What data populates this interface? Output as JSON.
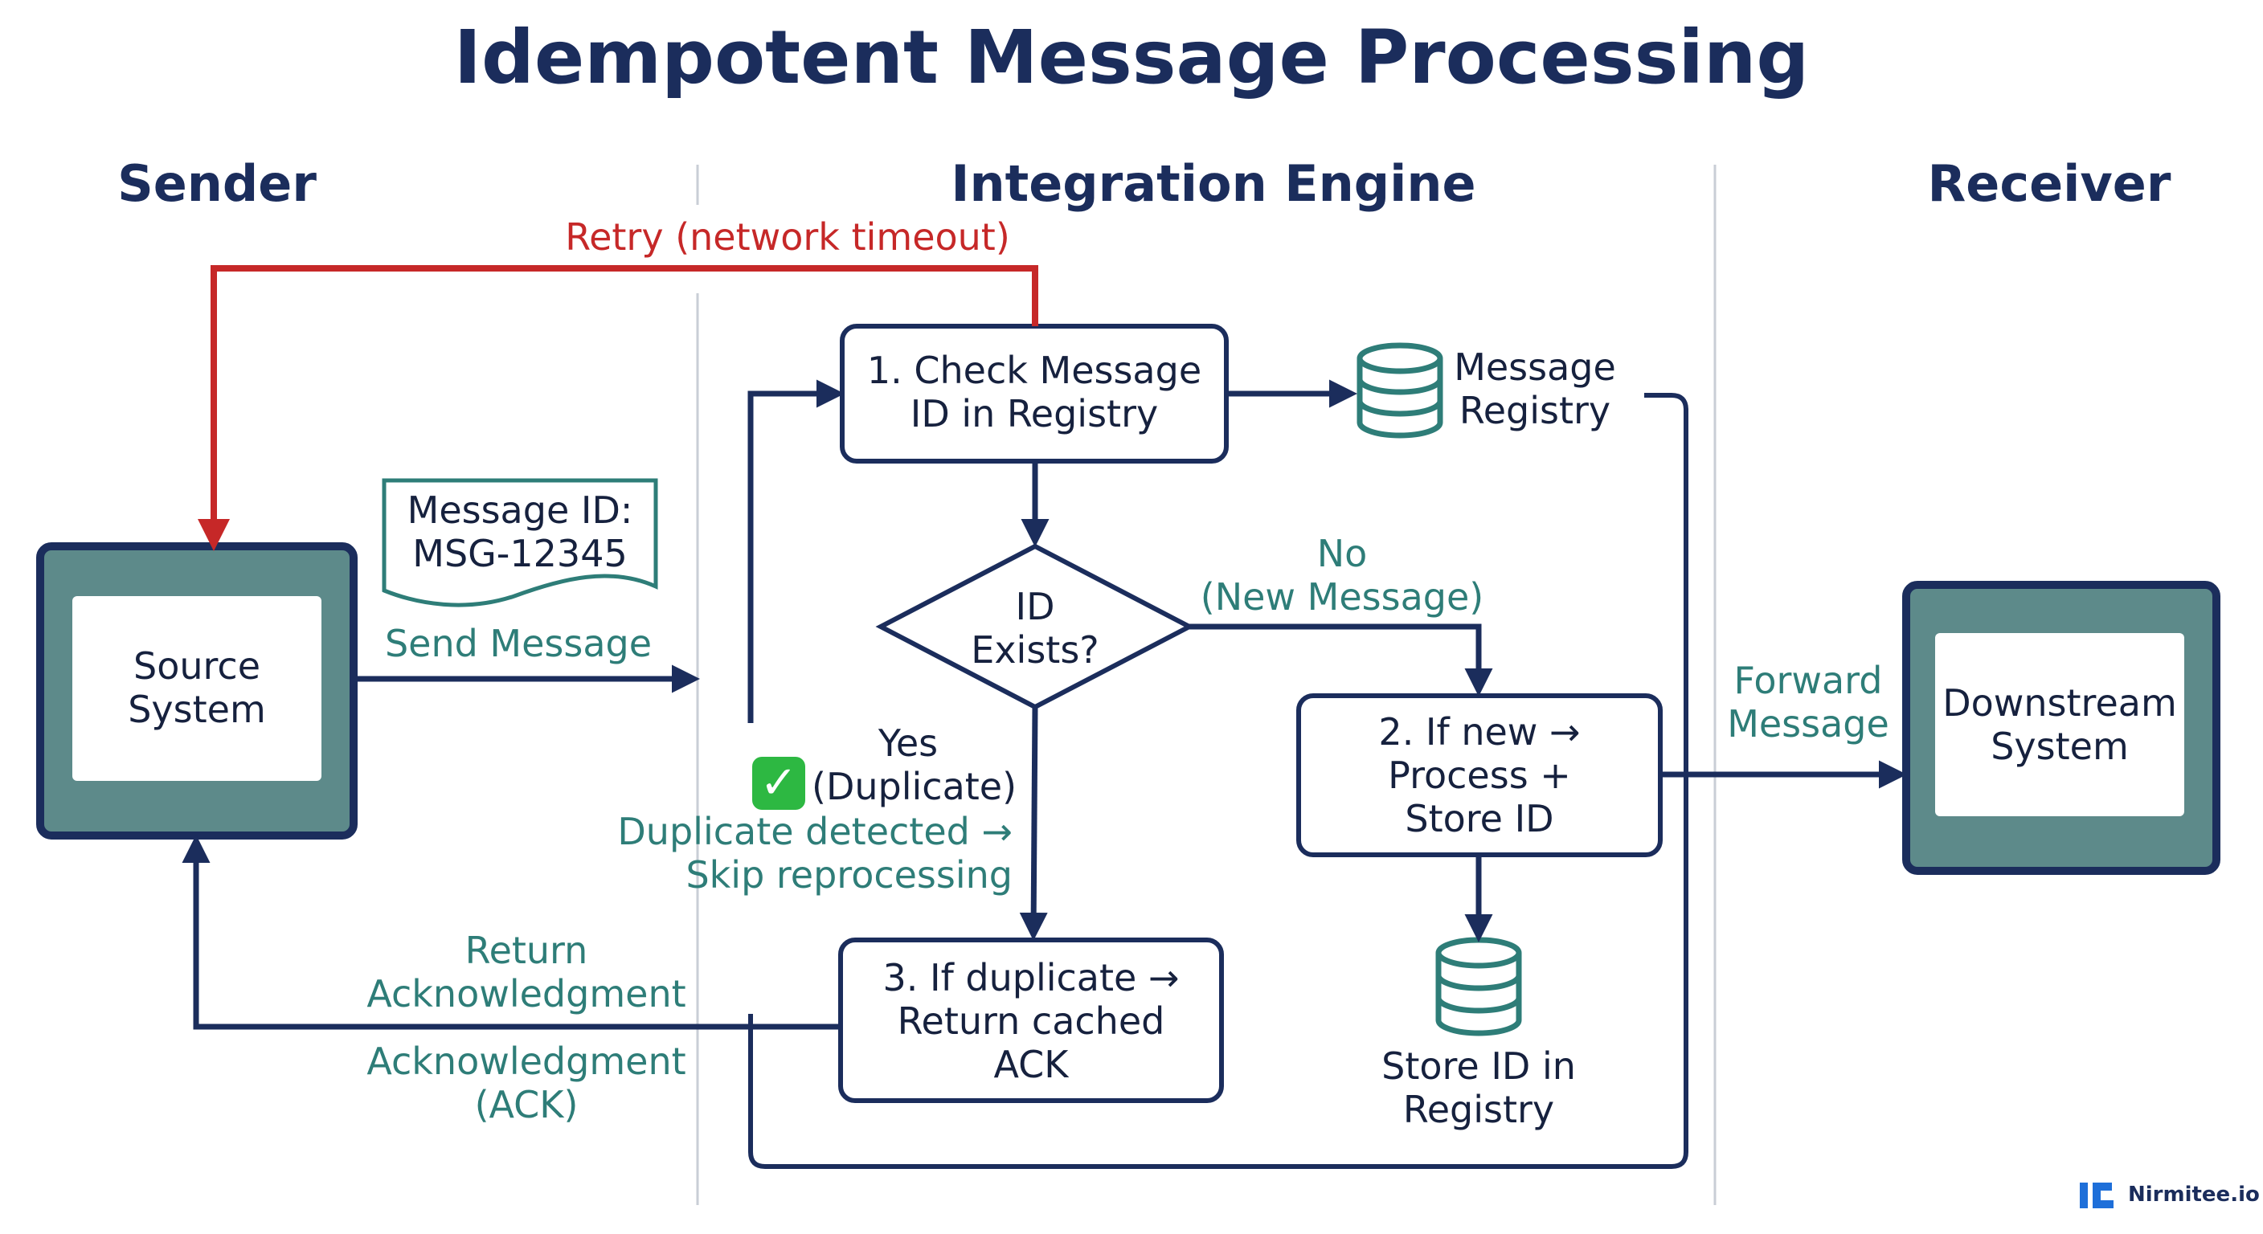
{
  "title": "Idempotent Message Processing",
  "lanes": {
    "sender": "Sender",
    "engine": "Integration Engine",
    "receiver": "Receiver"
  },
  "nodes": {
    "source_system": "Source\nSystem",
    "message_id_doc": "Message ID:\nMSG-12345",
    "check_registry": "1. Check Message\nID in Registry",
    "message_registry": "Message\nRegistry",
    "id_exists": "ID\nExists?",
    "process_store": "2. If new →\nProcess +\nStore ID",
    "return_cached": "3. If duplicate →\nReturn cached\nACK",
    "store_registry": "Store ID in\nRegistry",
    "downstream_system": "Downstream\nSystem"
  },
  "edges": {
    "retry": "Retry (network timeout)",
    "send_message": "Send Message",
    "no_new": "No\n(New Message)",
    "yes_duplicate": "Yes\n(Duplicate)",
    "duplicate_detected": "Duplicate detected →\nSkip reprocessing",
    "return_ack": "Return\nAcknowledgment",
    "ack": "Acknowledgment\n(ACK)",
    "forward": "Forward\nMessage"
  },
  "logo": "Nirmitee.io",
  "colors": {
    "navy": "#1b2d5c",
    "teal": "#2e7d78",
    "red": "#c62828",
    "check_green": "#2db842"
  }
}
